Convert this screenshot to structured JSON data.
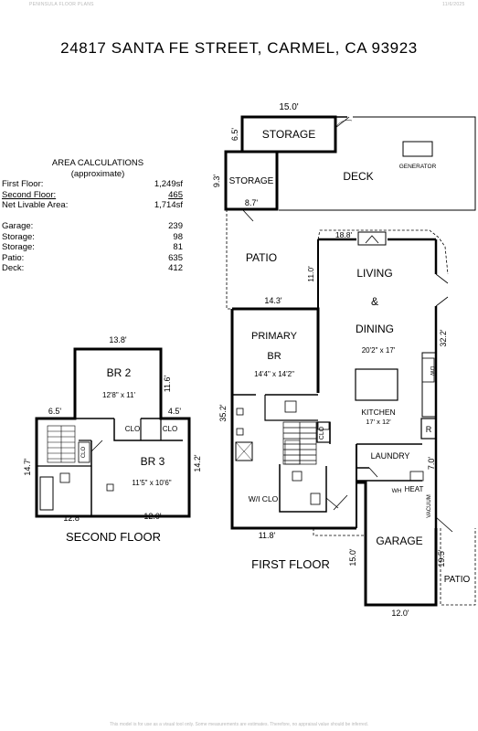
{
  "header": {
    "company": "PENINSULA FLOOR PLANS",
    "date": "11/6/2025"
  },
  "title": "24817 SANTA FE STREET, CARMEL, CA  93923",
  "area": {
    "title": "AREA CALCULATIONS",
    "subtitle": "(approximate)",
    "first_floor": {
      "label": "First  Floor:",
      "value": "1,249sf"
    },
    "second_floor": {
      "label": "Second Floor:",
      "value": "465"
    },
    "net": {
      "label": "Net Livable Area:",
      "value": "1,714sf"
    },
    "garage": {
      "label": "Garage:",
      "value": "239"
    },
    "storage1": {
      "label": "Storage:",
      "value": "98"
    },
    "storage2": {
      "label": "Storage:",
      "value": "81"
    },
    "patio": {
      "label": "Patio:",
      "value": "635"
    },
    "deck": {
      "label": "Deck:",
      "value": "412"
    }
  },
  "first_floor": {
    "label": "FIRST FLOOR",
    "rooms": {
      "storage_top": "STORAGE",
      "storage_small": "STORAGE",
      "deck": "DECK",
      "generator": "GENERATOR",
      "patio_top": "PATIO",
      "living_1": "LIVING",
      "living_2": "&",
      "living_3": "DINING",
      "living_size": "20'2\" x 17'",
      "primary_1": "PRIMARY",
      "primary_2": "BR",
      "primary_size": "14'4\" x 14'2\"",
      "kitchen": "KITCHEN",
      "kitchen_size": "17' x 12'",
      "dw": "DW",
      "fridge": "R",
      "clo": "CLO",
      "laundry": "LAUNDRY",
      "wh": "WH",
      "heat": "HEAT",
      "vacuum": "VACUUM",
      "wi_clo": "W/I CLO",
      "garage": "GARAGE",
      "patio_side": "PATIO"
    },
    "dims": {
      "storage_w": "15.0'",
      "storage_h": "6.5'",
      "storage_small_h": "9.3'",
      "storage_small_w": "8.7'",
      "living_top": "18.8'",
      "living_side": "11.0'",
      "living_right": "32.2'",
      "primary_top": "14.3'",
      "primary_left": "35.2'",
      "bottom_left": "11.8'",
      "laundry_right": "7.0'",
      "garage_left": "15.0'",
      "garage_right": "19.5'",
      "garage_bottom": "12.0'"
    }
  },
  "second_floor": {
    "label": "SECOND FLOOR",
    "rooms": {
      "br2": "BR 2",
      "br2_size": "12'8\" x 11'",
      "br3": "BR 3",
      "br3_size": "11'5\" x 10'6\"",
      "clo": "CLO"
    },
    "dims": {
      "top": "13.8'",
      "br2_right": "11.6'",
      "left_top": "6.5'",
      "right_top": "4.5'",
      "left": "14.7'",
      "right": "14.2'",
      "bottom_left": "12.8'",
      "bottom_right": "12.0'"
    }
  },
  "footer": "This model is for use as a visual tool only. Some measurements are estimates. Therefore, no appraisal value should be inferred."
}
